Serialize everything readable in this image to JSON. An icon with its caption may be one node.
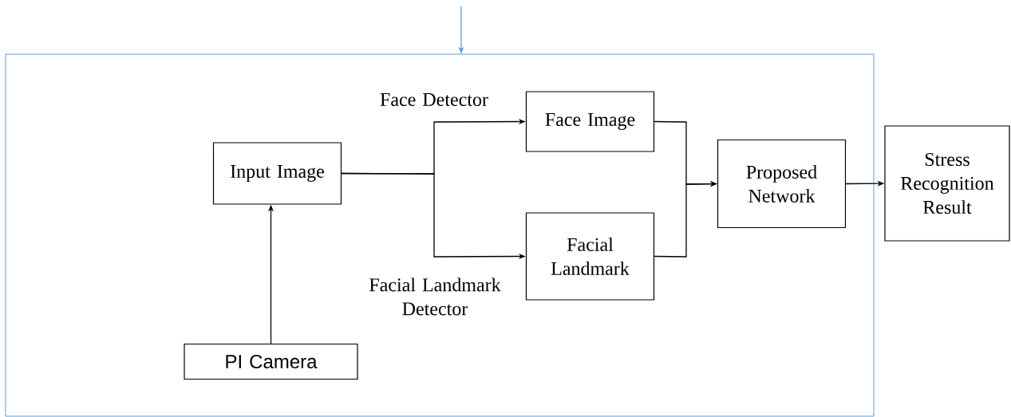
{
  "diagram": {
    "nodes": [
      {
        "text": [],
        "shape": "box"
      },
      {
        "text": [
          "Input Image"
        ],
        "in": 0
      },
      {
        "text": [
          "Face Image"
        ],
        "in": 0
      },
      {
        "text": [
          "Facial Landmark"
        ],
        "in": 0
      },
      {
        "text": [
          "Proposed Network"
        ],
        "in": 0
      },
      {
        "text": [
          "Stress Recognition Result"
        ]
      },
      {
        "text": [
          "PI Camera"
        ],
        "in": 0
      }
    ],
    "edges": [
      {
        "from": 6,
        "to": 1,
        "arrow": "to"
      },
      {
        "from": 1,
        "to": 2,
        "arrow": "to",
        "label": "Face Detector"
      },
      {
        "from": 1,
        "to": 3,
        "arrow": "to",
        "label": "Facial Landmark Detector"
      },
      {
        "from": 2,
        "to": 4,
        "arrow": "to"
      },
      {
        "from": 3,
        "to": 4,
        "arrow": "to"
      },
      {
        "from": 4,
        "to": 5,
        "arrow": "to"
      },
      {
        "from": null,
        "to": 0,
        "arrow": "to",
        "color": "#5b9bd5"
      }
    ]
  }
}
